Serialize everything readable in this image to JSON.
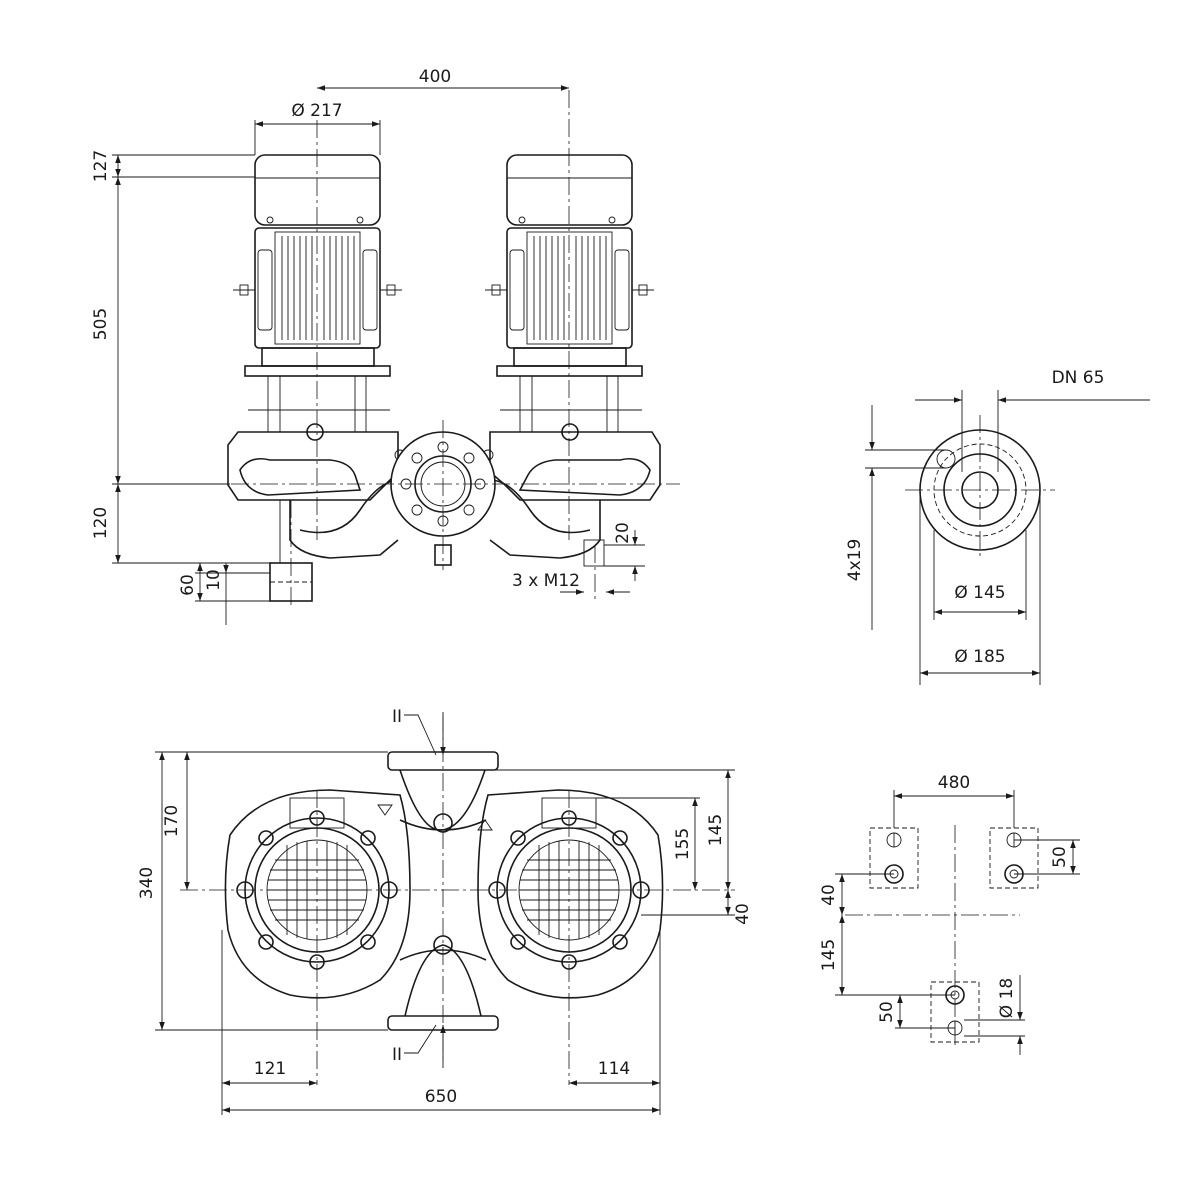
{
  "views": {
    "front": {
      "dims": {
        "motor_spacing": "400",
        "motor_diameter": "Ø 217",
        "motor_cap": "127",
        "motor_height": "505",
        "base_height": "120",
        "foot_60": "60",
        "foot_10": "10",
        "bolt_20": "20",
        "bolts": "3 x M12"
      }
    },
    "flange": {
      "dims": {
        "dn": "DN 65",
        "holes": "4x19",
        "bolt_circle": "Ø 145",
        "outer": "Ø 185"
      }
    },
    "top": {
      "dims": {
        "section_mark": "II",
        "total_depth": "340",
        "half_depth": "170",
        "right_155": "155",
        "right_145": "145",
        "right_40": "40",
        "left_121": "121",
        "right_114": "114",
        "total_width": "650"
      }
    },
    "foot": {
      "dims": {
        "spacing_480": "480",
        "pad_50_top": "50",
        "offset_40": "40",
        "offset_145": "145",
        "pad_50_bottom": "50",
        "hole": "Ø 18"
      }
    }
  }
}
